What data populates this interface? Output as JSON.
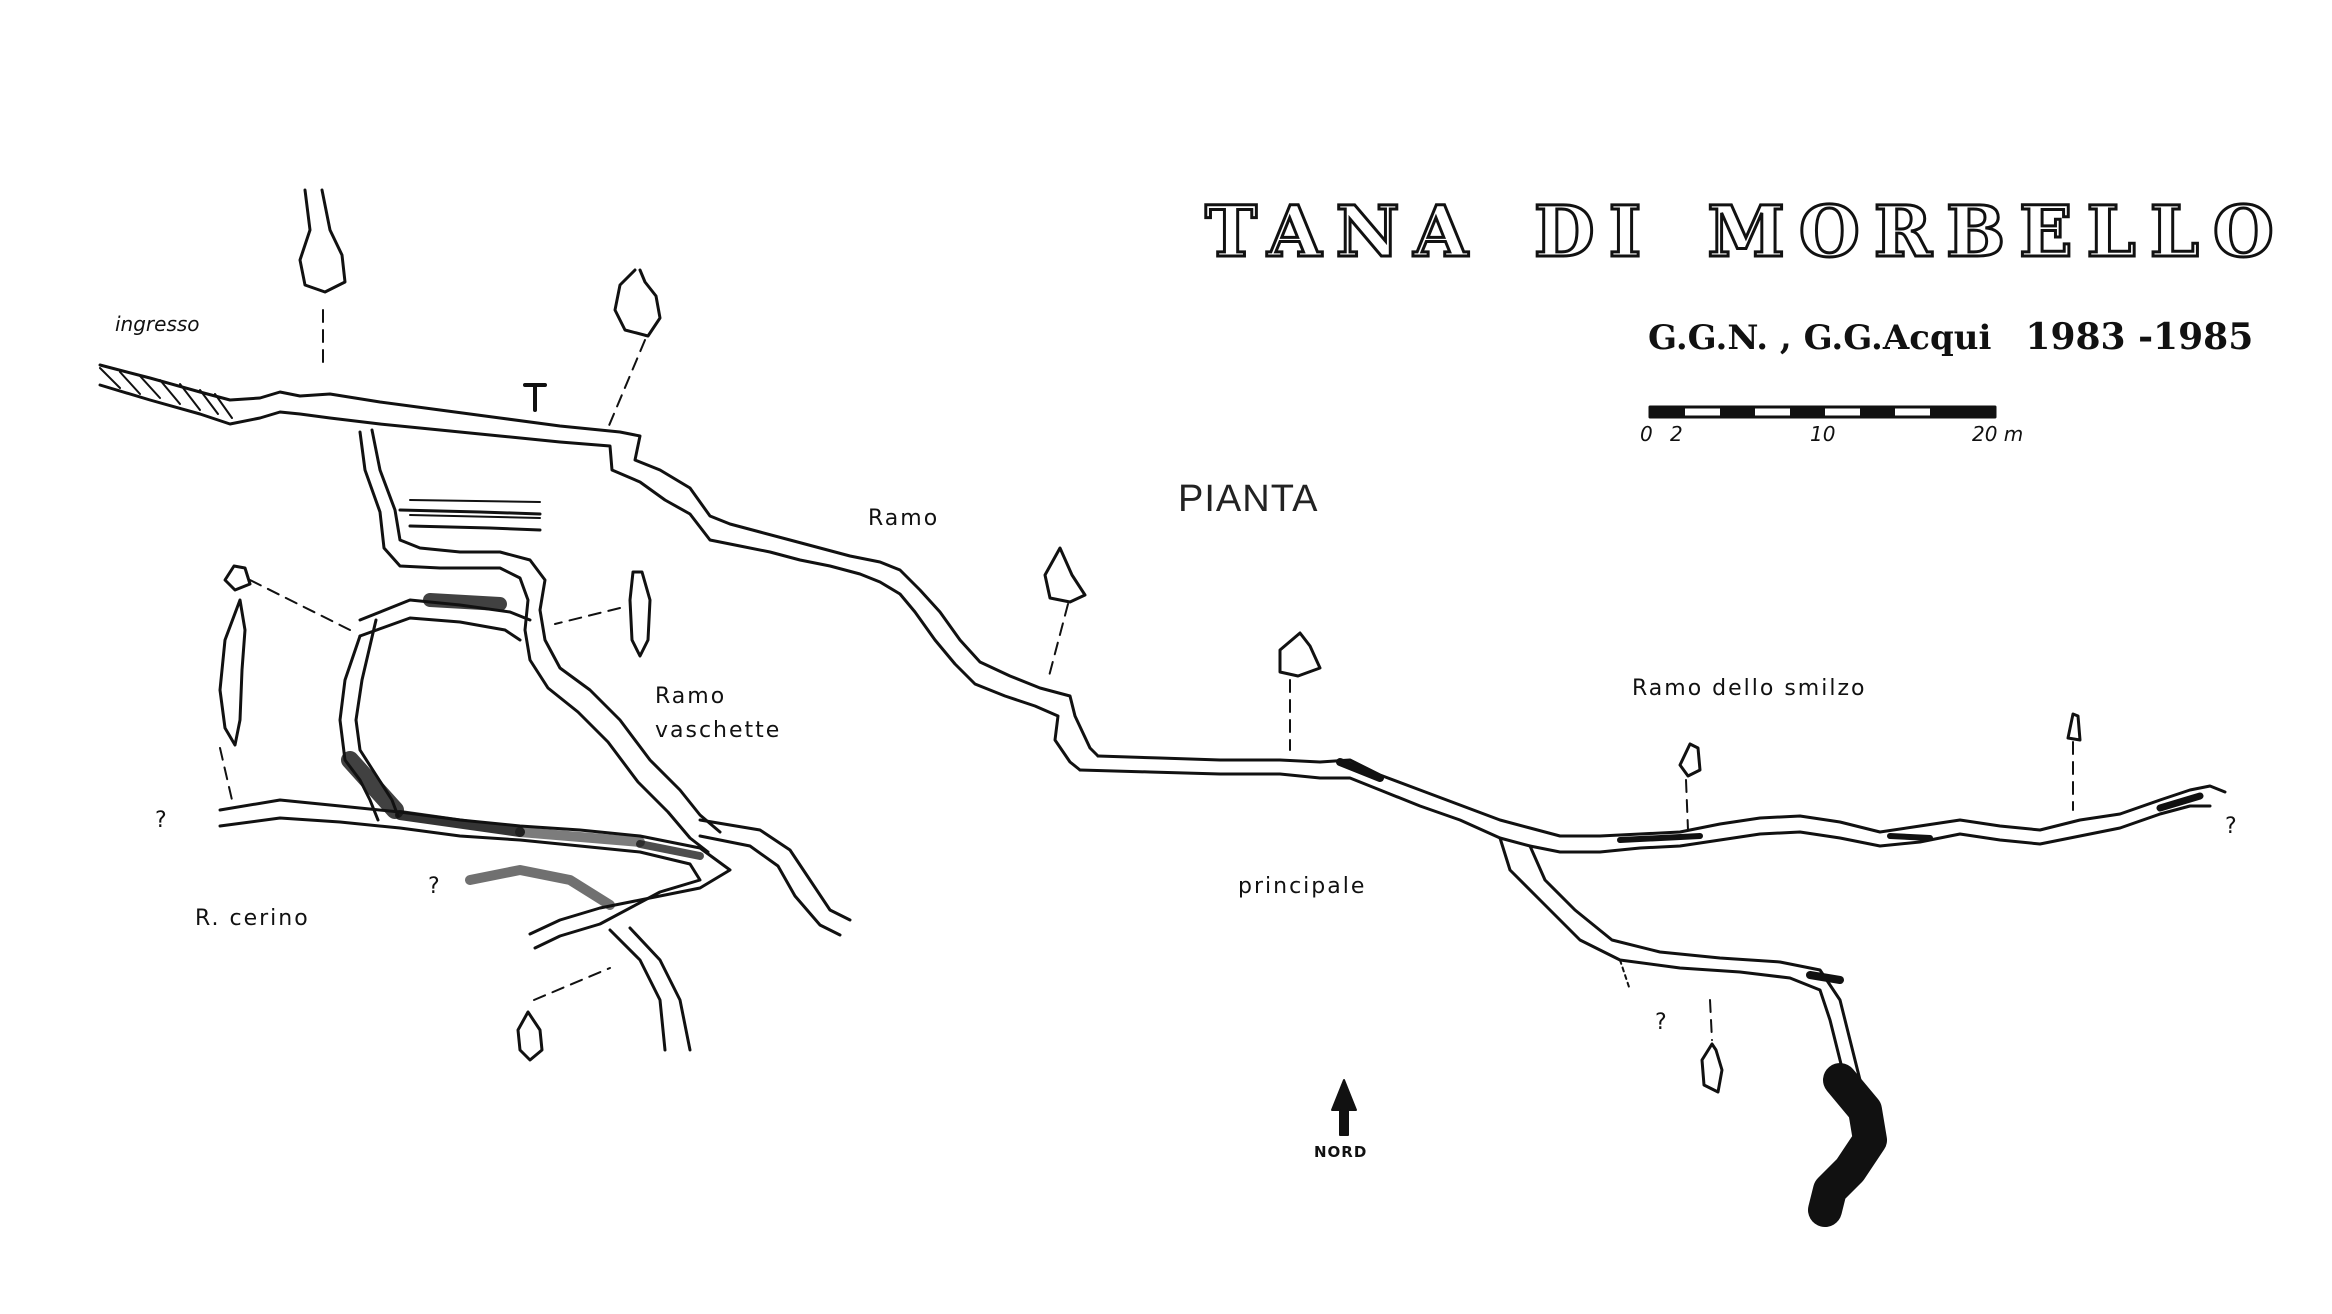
{
  "map": {
    "title_word1": "TANA",
    "title_word2": "DI",
    "title_word3": "MORBELLO",
    "authors": "G.G.N. , G.G.Acqui",
    "years": "1983 -1985",
    "view_label": "PIANTA",
    "north_label": "NORD",
    "scale_bar": {
      "ticks": [
        "0",
        "2",
        "10",
        "20 m"
      ]
    },
    "labels": {
      "entrance": "ingresso",
      "ramo": "Ramo",
      "ramo_vaschette_1": "Ramo",
      "ramo_vaschette_2": "vaschette",
      "ramo_smilzo": "Ramo  dello smilzo",
      "principale": "principale",
      "r_cerino": "R. cerino"
    },
    "unknown_marker": "?",
    "colors": {
      "ink": "#111111",
      "paper": "#ffffff"
    }
  }
}
